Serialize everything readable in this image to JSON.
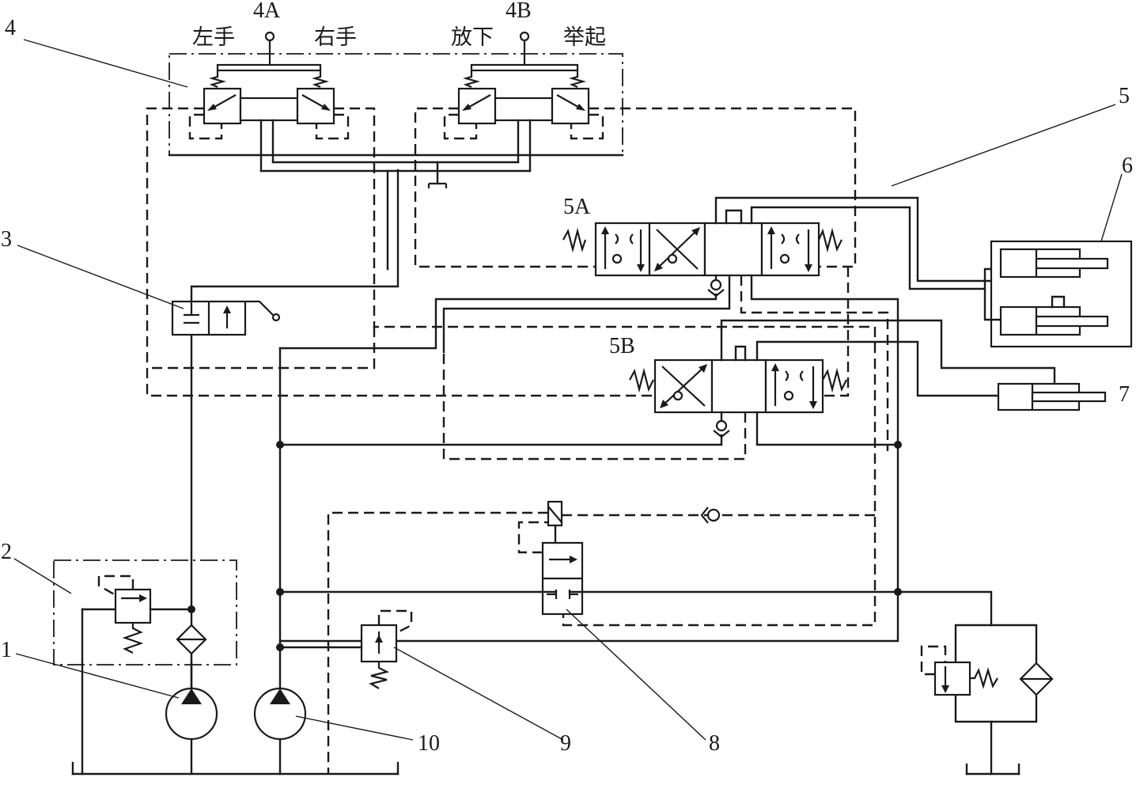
{
  "labels": {
    "n1": "1",
    "n2": "2",
    "n3": "3",
    "n4": "4",
    "n5": "5",
    "n6": "6",
    "n7": "7",
    "n8": "8",
    "n9": "9",
    "n10": "10",
    "v4a": "4A",
    "v4b": "4B",
    "v5a": "5A",
    "v5b": "5B",
    "left_hand": "左手",
    "right_hand": "右手",
    "lower": "放下",
    "lift": "举起"
  }
}
